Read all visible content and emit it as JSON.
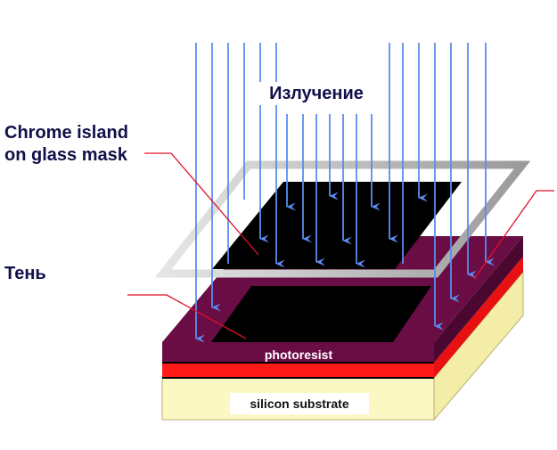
{
  "labels": {
    "radiation": "Излучение",
    "chrome_line1": "Chrome island",
    "chrome_line2": "on glass mask",
    "shadow": "Тень",
    "photoresist": "photoresist",
    "substrate": "silicon substrate"
  },
  "colors": {
    "photoresist": "#6b0d45",
    "photoresist_side": "#4a0830",
    "red_layer": "#ff1a1a",
    "substrate_front": "#fbf8c4",
    "substrate_side": "#f3eda8",
    "chrome": "#000000",
    "glass_frame": "#c8c8c8",
    "ray": "#5b8cf0",
    "pointer": "#e0102a"
  }
}
